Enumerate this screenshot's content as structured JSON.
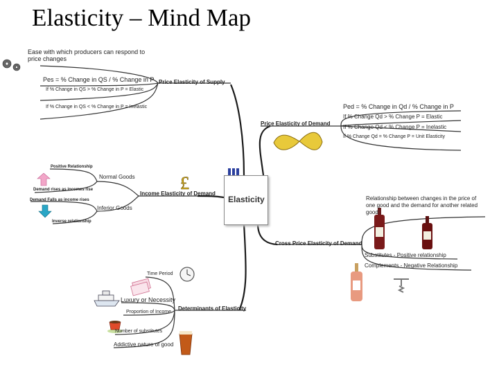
{
  "title": "Elasticity – Mind Map",
  "center": "Elasticity",
  "supply": {
    "branch": "Price Elasticity of Supply",
    "ease": "Ease with which producers can respond to price changes",
    "formula": "Pes = % Change in QS / % Change in P",
    "elastic": "If % Change in QS > % Change in P = Elastic",
    "inelastic": "If % Change in QS < % Change in P = Inelastic"
  },
  "demand": {
    "branch": "Price Elasticity of Demand",
    "formula": "Ped = % Change in Qd / % Change in P",
    "elastic": "If % Change Qd > % Change P = Elastic",
    "inelastic": "If % Change Qd < % Change P = Inelastic",
    "unit": "If % Change Qd = % Change P = Unit Elasticity"
  },
  "income": {
    "branch": "Income Elasticity of Demand",
    "normal": "Normal Goods",
    "inferior": "Inferior Goods",
    "positive": "Positive Relationship",
    "rises": "Demand rises as incomes rise",
    "falls": "Demand Falls as income rises",
    "inverse": "Inverse relationship"
  },
  "cross": {
    "branch": "Cross Price Elasticity of Demand",
    "relationship": "Relationship between changes in the price of one good and the demand for another related good",
    "substitutes": "Substitutes - Positive relationship",
    "complements": "Complements - Negative Relationship"
  },
  "determinants": {
    "branch": "Determinants of Elasticity",
    "items": [
      "Time Period",
      "Luxury or Necessity",
      "Proportion of Income",
      "Number of substitutes",
      "Addictive nature of good"
    ]
  },
  "icons": [
    "gears-icon",
    "infinity-icon",
    "pound-sign-icon",
    "bar-chart-icon",
    "wine-bottle-icon",
    "port-bottle-icon",
    "rose-bottle-icon",
    "corkscrew-icon",
    "clock-icon",
    "cruise-ship-icon",
    "banknotes-icon",
    "coffee-cup-icon",
    "beer-glass-icon",
    "up-arrow-icon",
    "down-arrow-icon"
  ],
  "colors": {
    "branch": "#1a1a1a",
    "node_line": "#9aa9c8",
    "up_arrow": "#f2a6c8",
    "down_arrow": "#2aa6c6",
    "infinity": "#e8c93a"
  }
}
